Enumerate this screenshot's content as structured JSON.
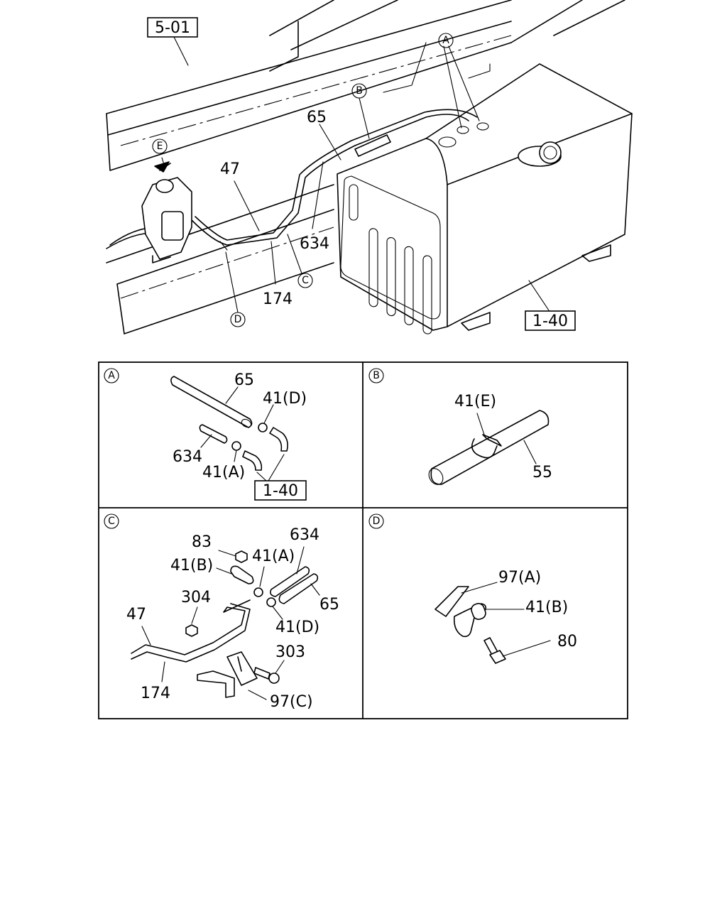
{
  "overview": {
    "refs": {
      "frame": "5-01",
      "tank": "1-40"
    },
    "callouts": [
      "A",
      "B",
      "C",
      "D",
      "E"
    ],
    "parts": {
      "p65": "65",
      "p47": "47",
      "p634": "634",
      "p174": "174"
    }
  },
  "detail_a": {
    "tag": "A",
    "labels": {
      "l65": "65",
      "l41d": "41(D)",
      "l634": "634",
      "l41a": "41(A)"
    },
    "ref": "1-40"
  },
  "detail_b": {
    "tag": "B",
    "labels": {
      "l41e": "41(E)",
      "l55": "55"
    }
  },
  "detail_c": {
    "tag": "C",
    "labels": {
      "l83": "83",
      "l41b": "41(B)",
      "l41a": "41(A)",
      "l634": "634",
      "l304": "304",
      "l65": "65",
      "l47": "47",
      "l41d": "41(D)",
      "l303": "303",
      "l174": "174",
      "l97c": "97(C)"
    }
  },
  "detail_d": {
    "tag": "D",
    "labels": {
      "l97a": "97(A)",
      "l41b": "41(B)",
      "l80": "80"
    }
  }
}
